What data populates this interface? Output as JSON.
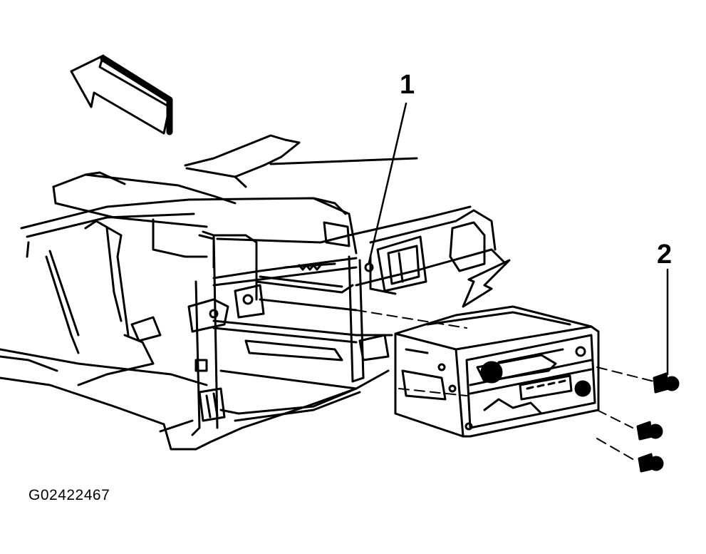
{
  "callouts": [
    {
      "number": "1"
    },
    {
      "number": "2"
    }
  ],
  "figure_id": "G02422467",
  "colors": {
    "ink": "#000000",
    "paper": "#ffffff"
  },
  "icons": {
    "direction_arrow": "forward-arrow-icon"
  }
}
